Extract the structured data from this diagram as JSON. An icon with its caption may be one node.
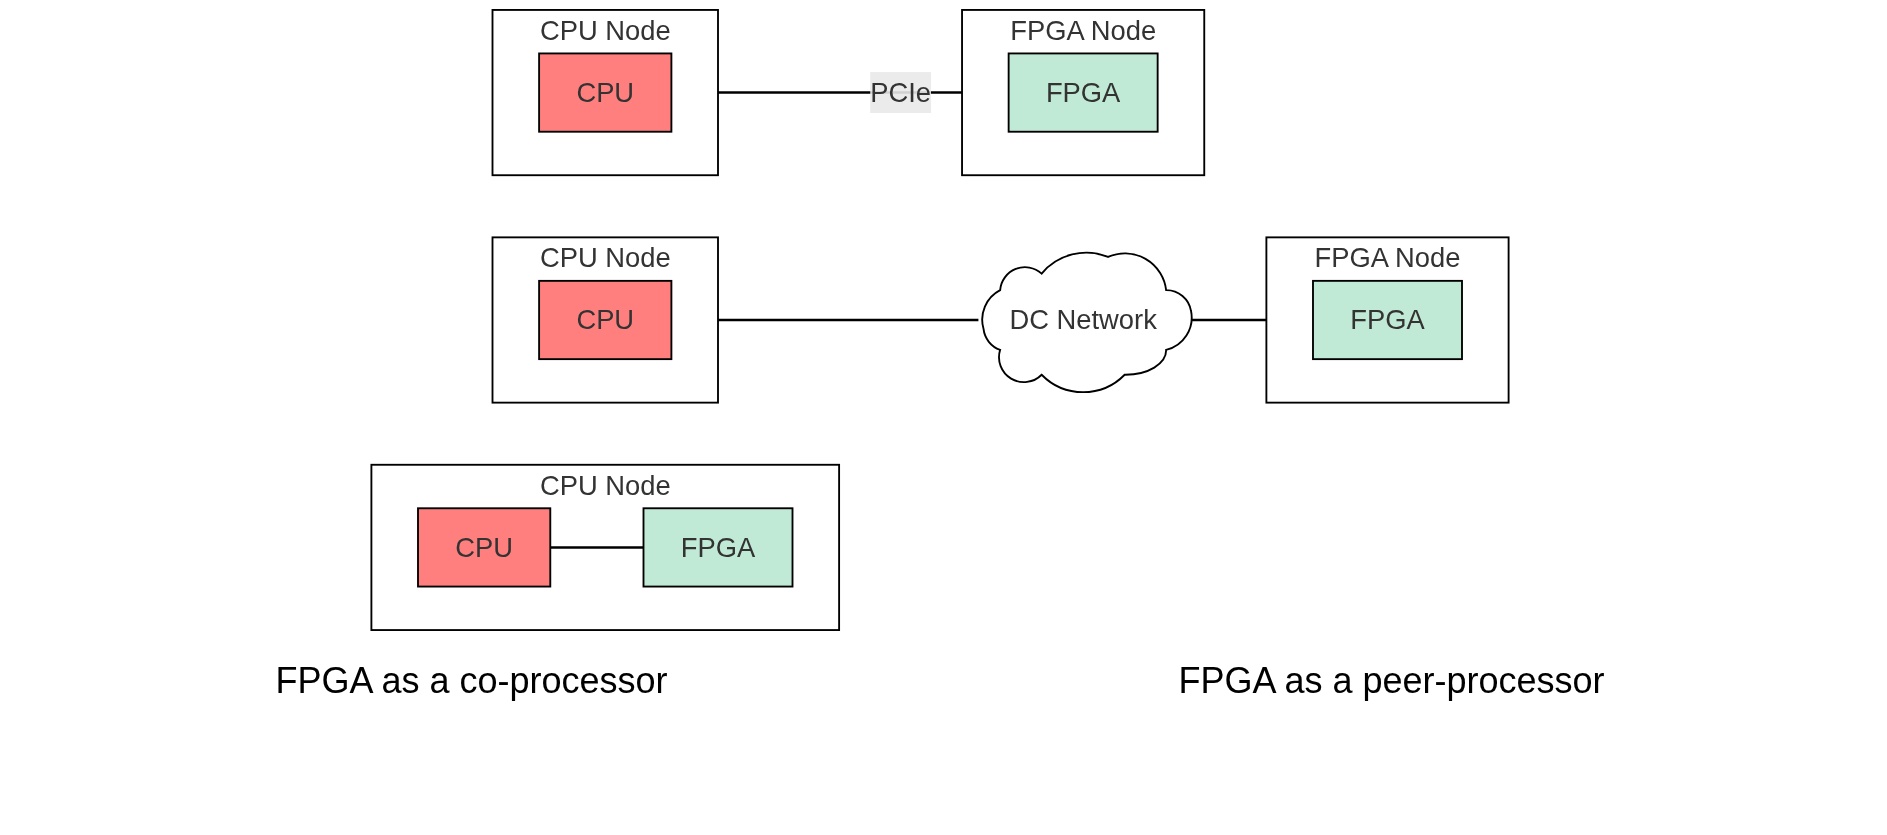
{
  "diagram": {
    "nodes": [
      {
        "text": [
          "CPU Node"
        ]
      },
      {
        "text": [
          "CPU"
        ],
        "in": 0
      },
      {
        "text": [
          "FPGA"
        ],
        "in": 0
      },
      {
        "text": [
          "CPU Node"
        ]
      },
      {
        "text": [
          "CPU"
        ],
        "in": 3
      },
      {
        "text": [
          "FPGA Node"
        ]
      },
      {
        "text": [
          "FPGA"
        ],
        "in": 5
      },
      {
        "text": [
          "CPU Node"
        ]
      },
      {
        "text": [
          "CPU"
        ],
        "in": 7
      },
      {
        "text": [
          "FPGA Node"
        ]
      },
      {
        "text": [
          "FPGA"
        ],
        "in": 9
      },
      {
        "text": [
          "DC Network"
        ]
      }
    ],
    "edges": [
      {
        "from": 1,
        "to": 2,
        "arrow": "none"
      },
      {
        "from": 3,
        "to": 5,
        "arrow": "none",
        "label": "PCIe"
      },
      {
        "from": 7,
        "to": 11,
        "arrow": "none"
      },
      {
        "from": 11,
        "to": 9,
        "arrow": "none"
      }
    ],
    "labels": [
      "FPGA as a co-processor",
      "FPGA as a peer-processor"
    ]
  }
}
